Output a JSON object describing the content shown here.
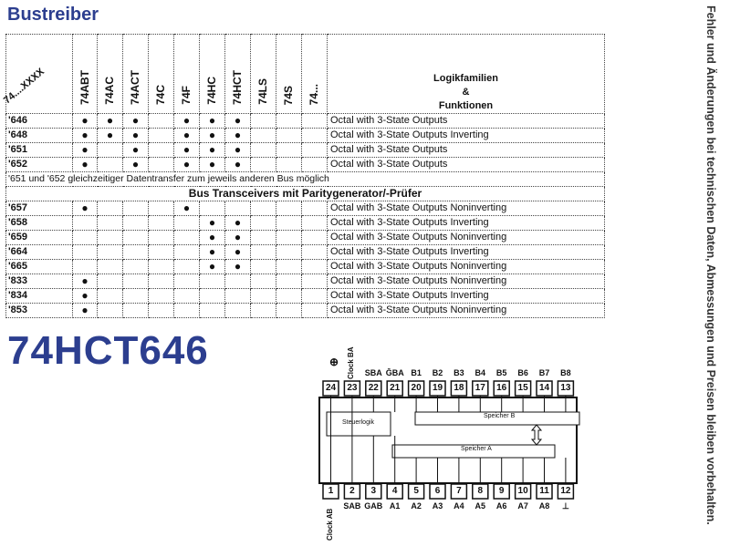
{
  "title": "Bustreiber",
  "part_number": "74HCT646",
  "side_note": "Fehler und Änderungen bei technischen Daten, Abmessungen und Preisen bleiben vorbehalten.",
  "table": {
    "corner_label": "74....XXXX",
    "families": [
      "74ABT",
      "74AC",
      "74ACT",
      "74C",
      "74F",
      "74HC",
      "74HCT",
      "74LS",
      "74S",
      "74..."
    ],
    "heading_line1": "Logikfamilien",
    "heading_line2": "&",
    "heading_line3": "Funktionen",
    "rows_a": [
      {
        "part": "'646",
        "dots": "●",
        "d": [
          1,
          1,
          1,
          0,
          1,
          1,
          1,
          0,
          0,
          0
        ],
        "fn": "Octal with 3-State Outputs"
      },
      {
        "part": "'648",
        "dots": "●",
        "d": [
          1,
          1,
          1,
          0,
          1,
          1,
          1,
          0,
          0,
          0
        ],
        "fn": "Octal with 3-State Outputs Inverting"
      },
      {
        "part": "'651",
        "dots": "●",
        "d": [
          1,
          0,
          1,
          0,
          1,
          1,
          1,
          0,
          0,
          0
        ],
        "fn": "Octal with 3-State Outputs"
      },
      {
        "part": "'652",
        "dots": "●",
        "d": [
          1,
          0,
          1,
          0,
          1,
          1,
          1,
          0,
          0,
          0
        ],
        "fn": "Octal with 3-State Outputs"
      }
    ],
    "note": "'651 und '652 gleichzeitiger Datentransfer zum jeweils anderen Bus möglich",
    "section": "Bus Transceivers mit Paritygenerator/-Prüfer",
    "rows_b": [
      {
        "part": "'657",
        "d": [
          1,
          0,
          0,
          0,
          1,
          0,
          0,
          0,
          0,
          0
        ],
        "fn": "Octal with 3-State Outputs Noninverting"
      },
      {
        "part": "'658",
        "d": [
          0,
          0,
          0,
          0,
          0,
          1,
          1,
          0,
          0,
          0
        ],
        "fn": "Octal with 3-State Outputs Inverting"
      },
      {
        "part": "'659",
        "d": [
          0,
          0,
          0,
          0,
          0,
          1,
          1,
          0,
          0,
          0
        ],
        "fn": "Octal with 3-State Outputs Noninverting"
      },
      {
        "part": "'664",
        "d": [
          0,
          0,
          0,
          0,
          0,
          1,
          1,
          0,
          0,
          0
        ],
        "fn": "Octal with 3-State Outputs Inverting"
      },
      {
        "part": "'665",
        "d": [
          0,
          0,
          0,
          0,
          0,
          1,
          1,
          0,
          0,
          0
        ],
        "fn": "Octal with 3-State Outputs Noninverting"
      },
      {
        "part": "'833",
        "d": [
          1,
          0,
          0,
          0,
          0,
          0,
          0,
          0,
          0,
          0
        ],
        "fn": "Octal with 3-State Outputs Noninverting"
      },
      {
        "part": "'834",
        "d": [
          1,
          0,
          0,
          0,
          0,
          0,
          0,
          0,
          0,
          0
        ],
        "fn": "Octal with 3-State Outputs Inverting"
      },
      {
        "part": "'853",
        "d": [
          1,
          0,
          0,
          0,
          0,
          0,
          0,
          0,
          0,
          0
        ],
        "fn": "Octal with 3-State Outputs Noninverting"
      }
    ]
  },
  "pinout": {
    "top_pins": [
      "24",
      "23",
      "22",
      "21",
      "20",
      "19",
      "18",
      "17",
      "16",
      "15",
      "14",
      "13"
    ],
    "top_labels": [
      "",
      "",
      "SBA",
      "ḠBA",
      "B1",
      "B2",
      "B3",
      "B4",
      "B5",
      "B6",
      "B7",
      "B8"
    ],
    "top_rotated_label": "Clock BA",
    "bottom_pins": [
      "1",
      "2",
      "3",
      "4",
      "5",
      "6",
      "7",
      "8",
      "9",
      "10",
      "11",
      "12"
    ],
    "bottom_labels": [
      "",
      "SAB",
      "GAB",
      "A1",
      "A2",
      "A3",
      "A4",
      "A5",
      "A6",
      "A7",
      "A8",
      "⊥"
    ],
    "bottom_rotated_label": "Clock AB",
    "block_control": "Steuerlogik",
    "block_b": "Speicher B",
    "block_a": "Speicher A",
    "vcc_symbol": "⊕"
  }
}
